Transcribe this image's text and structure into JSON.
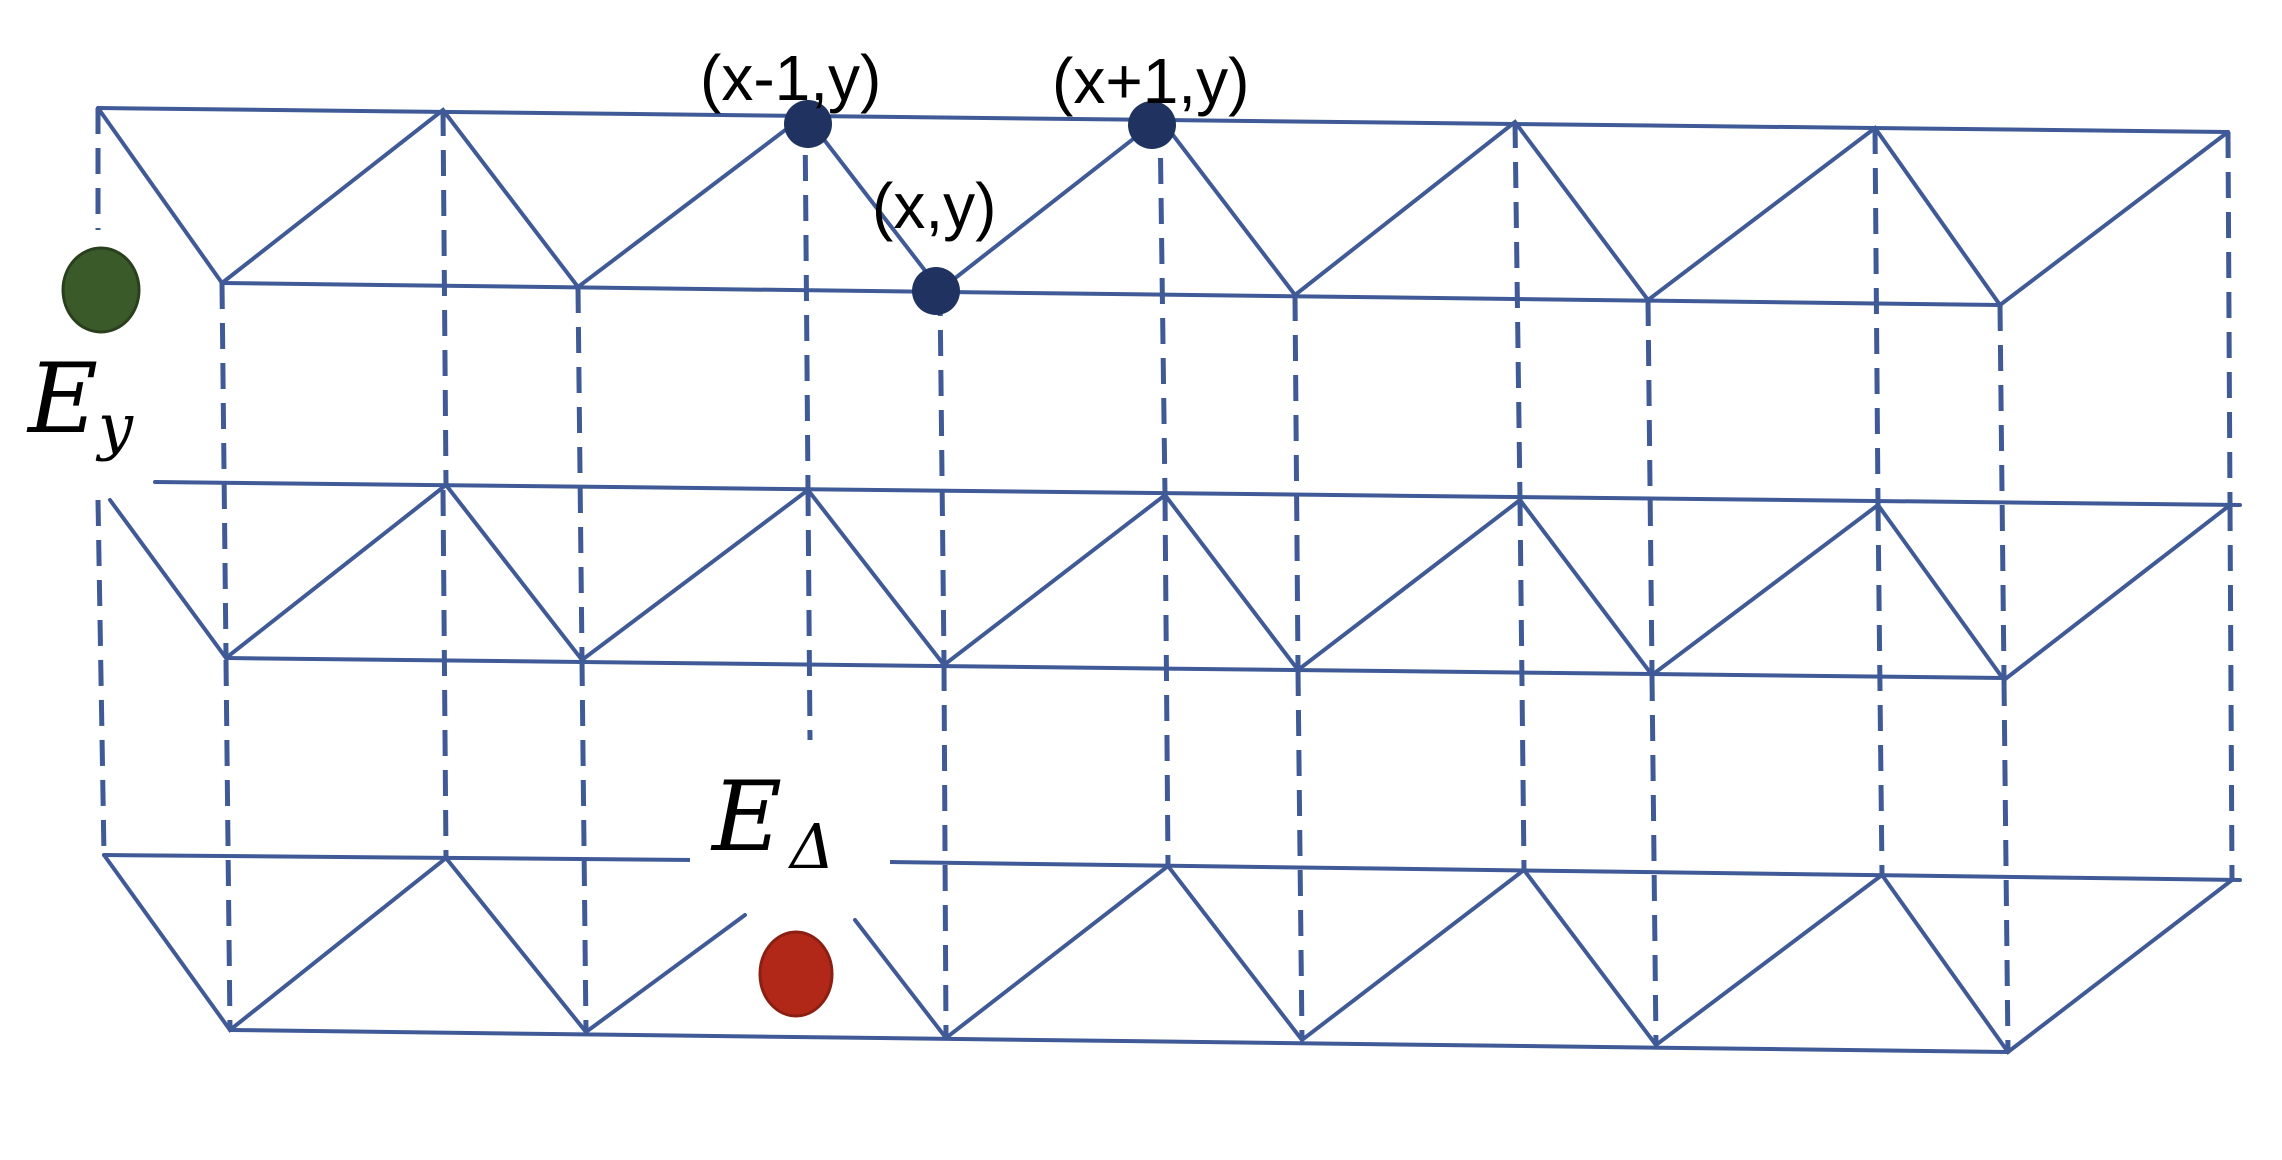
{
  "labels": {
    "node_left": "(x-1,y)",
    "node_center": "(x,y)",
    "node_right": "(x+1,y)",
    "e_y_main": "E",
    "e_y_sub": "y",
    "e_delta_main": "E",
    "e_delta_sub": "Δ"
  },
  "colors": {
    "lattice": "#3F5A96",
    "node": "#1F3260",
    "e_y_dot": "#3B5A29",
    "e_delta_dot": "#B22818"
  }
}
